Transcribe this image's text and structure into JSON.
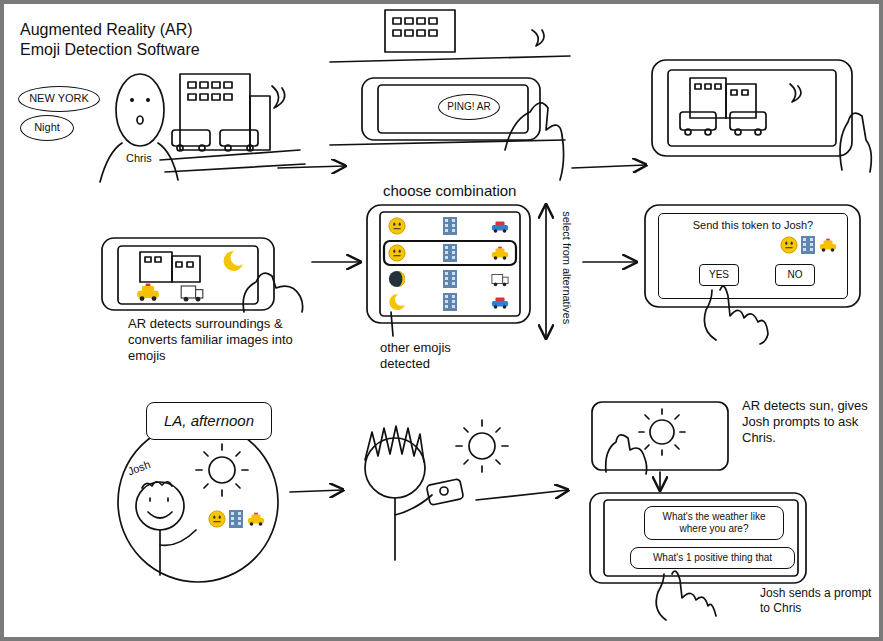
{
  "diagram": {
    "title": "Augmented Reality (AR) Emoji Detection Software",
    "nodes": [
      {
        "text": [
          "NEW YORK"
        ]
      },
      {
        "text": [
          "Night"
        ]
      },
      {
        "text": [
          "PING! AR"
        ]
      },
      {
        "text": [
          "Send this token to Josh?"
        ]
      },
      {
        "text": [
          "YES"
        ],
        "in": 3
      },
      {
        "text": [
          "NO"
        ],
        "in": 3
      },
      {
        "text": [
          "LA, afternoon"
        ]
      },
      {
        "text": [
          "What's the weather like where you are?"
        ]
      },
      {
        "text": [
          "What's 1 positive thing that"
        ]
      }
    ],
    "labels": [
      "Chris",
      "choose combination",
      "select from alternatives",
      "AR detects surroundings & converts familiar images into emojis",
      "other emojis detected",
      "Josh",
      "AR detects sun, gives Josh prompts to ask Chris.",
      "Josh sends a prompt to Chris"
    ]
  }
}
